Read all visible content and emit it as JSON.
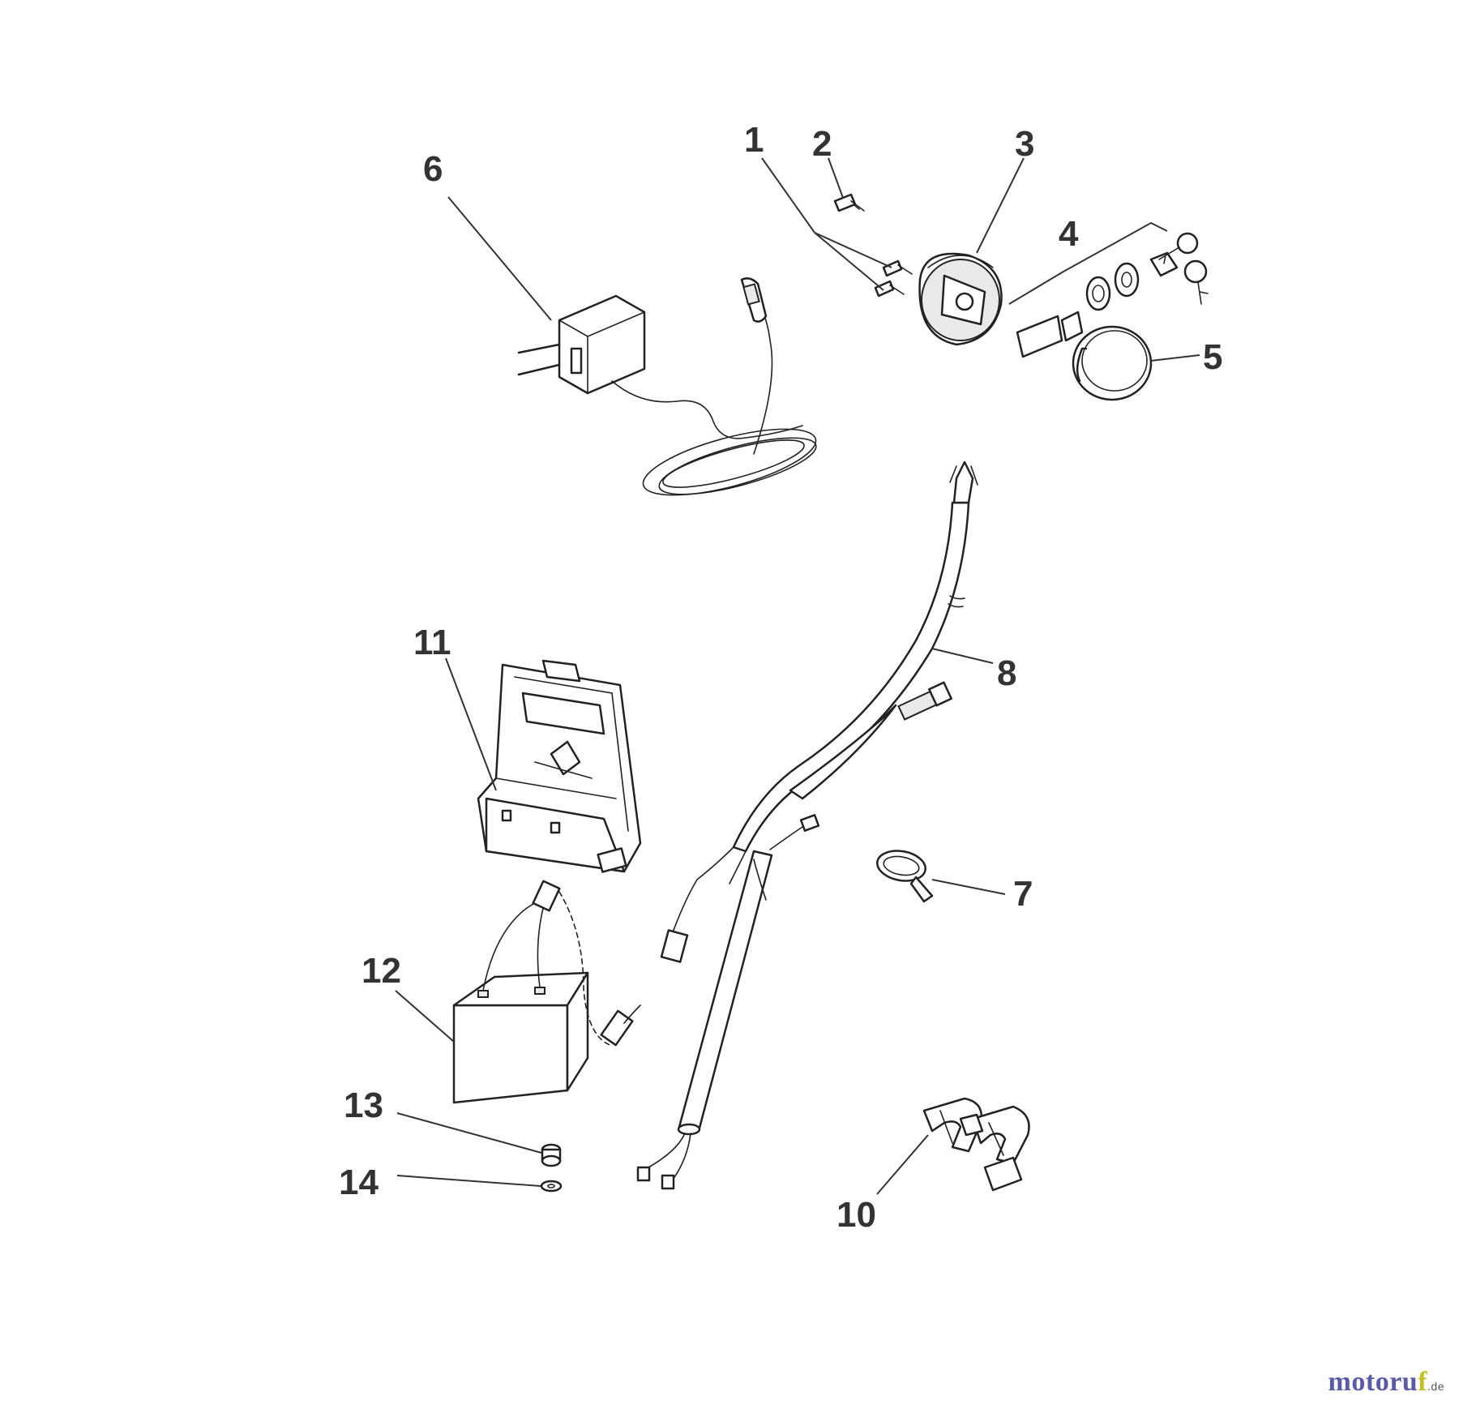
{
  "diagram": {
    "callouts": {
      "c1": "1",
      "c2": "2",
      "c3": "3",
      "c4": "4",
      "c5": "5",
      "c6": "6",
      "c7": "7",
      "c8": "8",
      "c10": "10",
      "c11": "11",
      "c12": "12",
      "c13": "13",
      "c14": "14"
    }
  },
  "watermark": {
    "text_main": "motoru",
    "text_accent": "f",
    "text_tld": ".de"
  }
}
